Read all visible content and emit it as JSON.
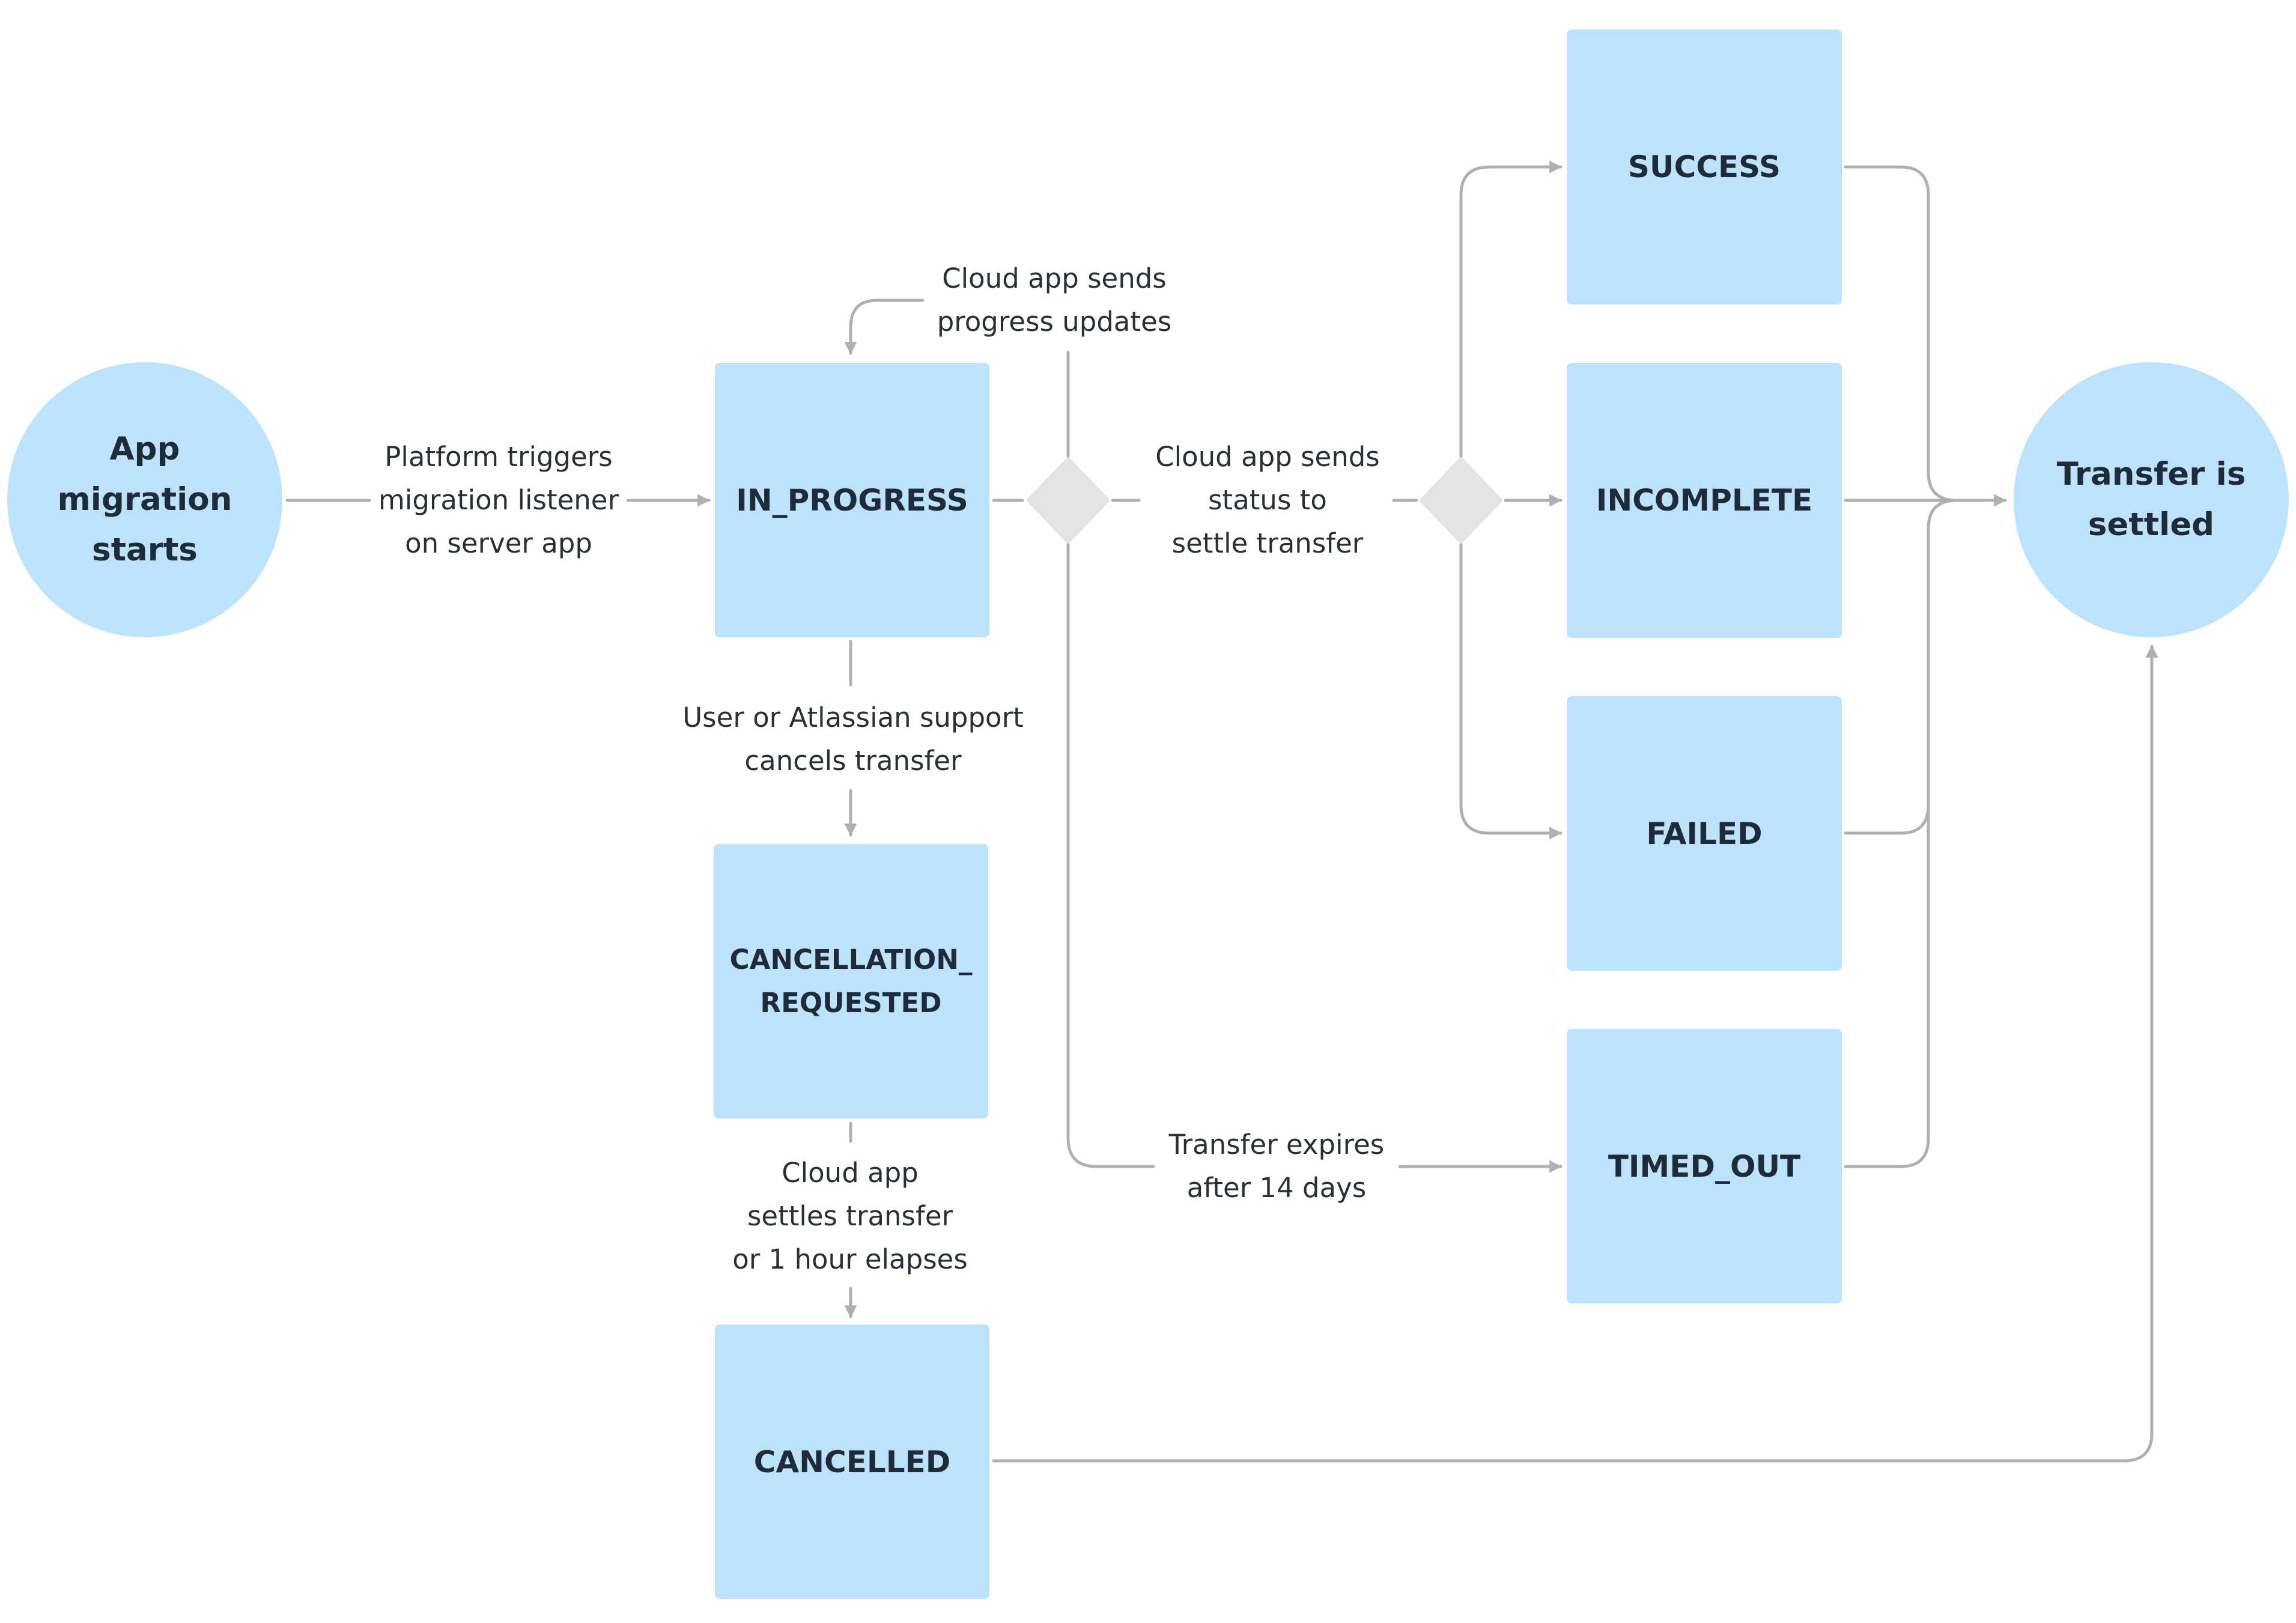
{
  "colors": {
    "node_fill": "#bde3fc",
    "edge": "#b0b0b0",
    "decision_fill": "#e3e3e3",
    "text": "#1f2b38"
  },
  "nodes": {
    "start": "App\nmigration\nstarts",
    "in_progress": "IN_PROGRESS",
    "cancellation_requested": "CANCELLATION_\nREQUESTED",
    "cancelled": "CANCELLED",
    "success": "SUCCESS",
    "incomplete": "INCOMPLETE",
    "failed": "FAILED",
    "timed_out": "TIMED_OUT",
    "settled": "Transfer is\nsettled"
  },
  "edge_labels": {
    "platform_triggers": "Platform triggers\nmigration listener\non server app",
    "progress_updates": "Cloud app sends\nprogress updates",
    "status_settle": "Cloud app sends\nstatus to\nsettle transfer",
    "user_cancels": "User or Atlassian support\ncancels transfer",
    "cloud_settles": "Cloud app\nsettles transfer\nor 1 hour elapses",
    "transfer_expires": "Transfer expires\nafter 14 days"
  }
}
